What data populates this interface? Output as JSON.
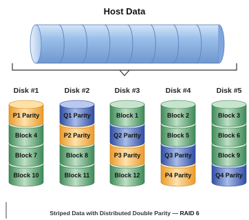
{
  "title": "Host Data",
  "host_cylinder_segments": 8,
  "disks": [
    {
      "label": "Disk #1",
      "blocks": [
        {
          "label": "P1 Parity",
          "kind": "p-parity"
        },
        {
          "label": "Block 4",
          "kind": "data"
        },
        {
          "label": "Block 7",
          "kind": "data"
        },
        {
          "label": "Block 10",
          "kind": "data"
        }
      ]
    },
    {
      "label": "Disk #2",
      "blocks": [
        {
          "label": "Q1 Parity",
          "kind": "q-parity"
        },
        {
          "label": "P2 Parity",
          "kind": "p-parity"
        },
        {
          "label": "Block 8",
          "kind": "data"
        },
        {
          "label": "Block 11",
          "kind": "data"
        }
      ]
    },
    {
      "label": "Disk #3",
      "blocks": [
        {
          "label": "Block 1",
          "kind": "data"
        },
        {
          "label": "Q2 Parity",
          "kind": "q-parity"
        },
        {
          "label": "P3 Parity",
          "kind": "p-parity"
        },
        {
          "label": "Block 12",
          "kind": "data"
        }
      ]
    },
    {
      "label": "Disk #4",
      "blocks": [
        {
          "label": "Block 2",
          "kind": "data"
        },
        {
          "label": "Block 5",
          "kind": "data"
        },
        {
          "label": "Q3 Parity",
          "kind": "q-parity"
        },
        {
          "label": "P4 Parity",
          "kind": "p-parity"
        }
      ]
    },
    {
      "label": "Disk #5",
      "blocks": [
        {
          "label": "Block 3",
          "kind": "data"
        },
        {
          "label": "Block 6",
          "kind": "data"
        },
        {
          "label": "Block 9",
          "kind": "data"
        },
        {
          "label": "Q4 Parity",
          "kind": "q-parity"
        }
      ]
    }
  ],
  "colors": {
    "data": "#4f9a6a",
    "p-parity": "#f6b14b",
    "q-parity": "#3f5fb3",
    "host": "#8fb6e6"
  },
  "caption": {
    "text": "Striped Data with Distributed Double Parity — ",
    "emphasis": "RAID 6"
  }
}
